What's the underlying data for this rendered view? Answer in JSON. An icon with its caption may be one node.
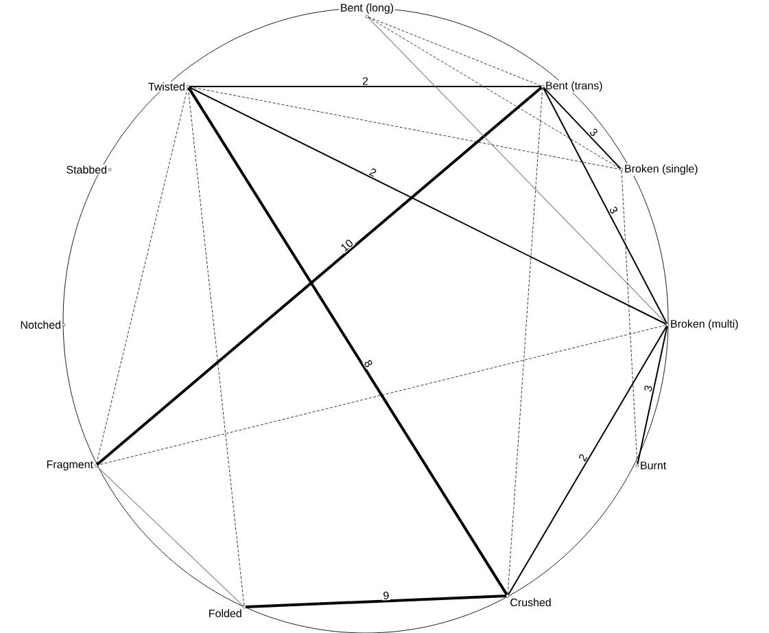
{
  "diagram": {
    "nodes": [
      {
        "text": [
          "Bent (long)"
        ]
      },
      {
        "text": [
          "Twisted"
        ]
      },
      {
        "text": [
          "Bent (trans)"
        ]
      },
      {
        "text": [
          "Stabbed"
        ]
      },
      {
        "text": [
          "Broken (single)"
        ]
      },
      {
        "text": [
          "Notched"
        ]
      },
      {
        "text": [
          "Broken (multi)"
        ]
      },
      {
        "text": [
          "Fragment"
        ]
      },
      {
        "text": [
          "Burnt"
        ]
      },
      {
        "text": [
          "Crushed"
        ]
      },
      {
        "text": [
          "Folded"
        ]
      }
    ],
    "edges": [
      {
        "from": 1,
        "to": 2,
        "arrow": "none",
        "label": "2"
      },
      {
        "from": 1,
        "to": 6,
        "arrow": "none",
        "label": "2"
      },
      {
        "from": 1,
        "to": 9,
        "arrow": "none",
        "label": "8",
        "style": "thick"
      },
      {
        "from": 2,
        "to": 7,
        "arrow": "none",
        "label": "10",
        "style": "thick"
      },
      {
        "from": 10,
        "to": 9,
        "arrow": "none",
        "label": "9",
        "style": "thick"
      },
      {
        "from": 2,
        "to": 4,
        "arrow": "none",
        "label": "3"
      },
      {
        "from": 2,
        "to": 6,
        "arrow": "none",
        "label": "3"
      },
      {
        "from": 6,
        "to": 9,
        "arrow": "none",
        "label": "2"
      },
      {
        "from": 6,
        "to": 8,
        "arrow": "none",
        "label": "3"
      },
      {
        "from": 0,
        "to": 2,
        "arrow": "none",
        "style": "dashed"
      },
      {
        "from": 0,
        "to": 4,
        "arrow": "none",
        "style": "dashed"
      },
      {
        "from": 0,
        "to": 6,
        "arrow": "none",
        "color": "#777777"
      },
      {
        "from": 1,
        "to": 4,
        "arrow": "none",
        "style": "dashed"
      },
      {
        "from": 1,
        "to": 7,
        "arrow": "none",
        "style": "dashed"
      },
      {
        "from": 1,
        "to": 10,
        "arrow": "none",
        "style": "dashed"
      },
      {
        "from": 2,
        "to": 9,
        "arrow": "none",
        "style": "dashed"
      },
      {
        "from": 4,
        "to": 8,
        "arrow": "none",
        "style": "dashed"
      },
      {
        "from": 6,
        "to": 7,
        "arrow": "none",
        "style": "dashed"
      },
      {
        "from": 7,
        "to": 10,
        "arrow": "none",
        "color": "#777777"
      }
    ]
  }
}
